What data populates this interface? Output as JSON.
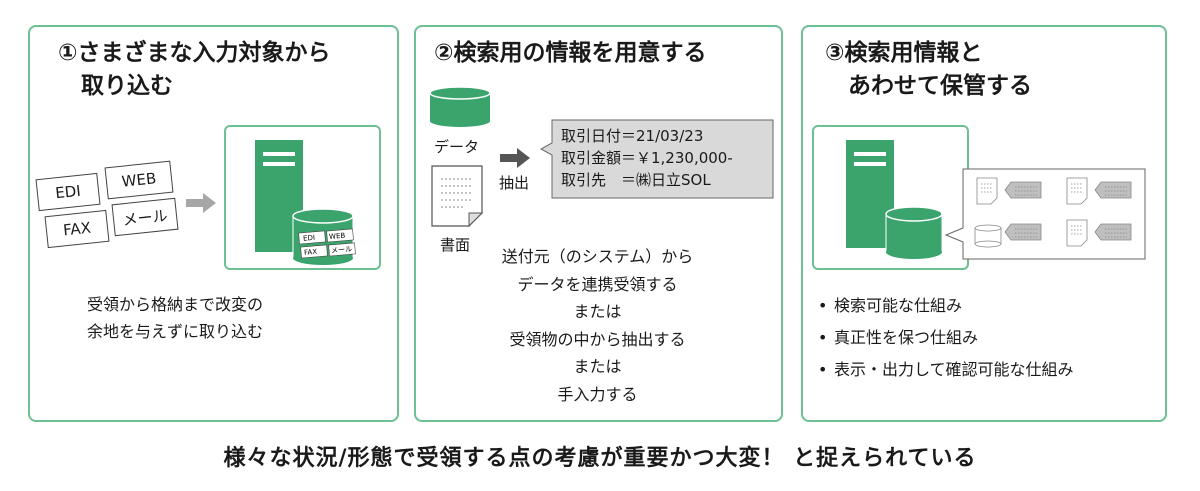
{
  "panels": [
    {
      "title": "①さまざまな入力対象から\n　取り込む",
      "input_labels": [
        "EDI",
        "WEB",
        "FAX",
        "メール"
      ],
      "caption": "受領から格納まで改変の\n余地を与えずに取り込む"
    },
    {
      "title": "②検索用の情報を用意する",
      "data_label": "データ",
      "document_label": "書面",
      "extract_label": "抽出",
      "extracted_lines": [
        "取引日付＝21/03/23",
        "取引金額＝￥1,230,000-",
        "取引先　＝㈱日立SOL"
      ],
      "caption": "送付元（のシステム）から\nデータを連携受領する\nまたは\n受領物の中から抽出する\nまたは\n手入力する"
    },
    {
      "title": "③検索用情報と\n　あわせて保管する",
      "bullets": [
        "検索可能な仕組み",
        "真正性を保つ仕組み",
        "表示・出力して確認可能な仕組み"
      ]
    }
  ],
  "footer": "様々な状況/形態で受領する点の考慮が重要かつ大変！ と捉えられている",
  "colors": {
    "accent_green": "#6cc092",
    "server_green": "#3aa46c",
    "gray": "#a6a6a6"
  }
}
